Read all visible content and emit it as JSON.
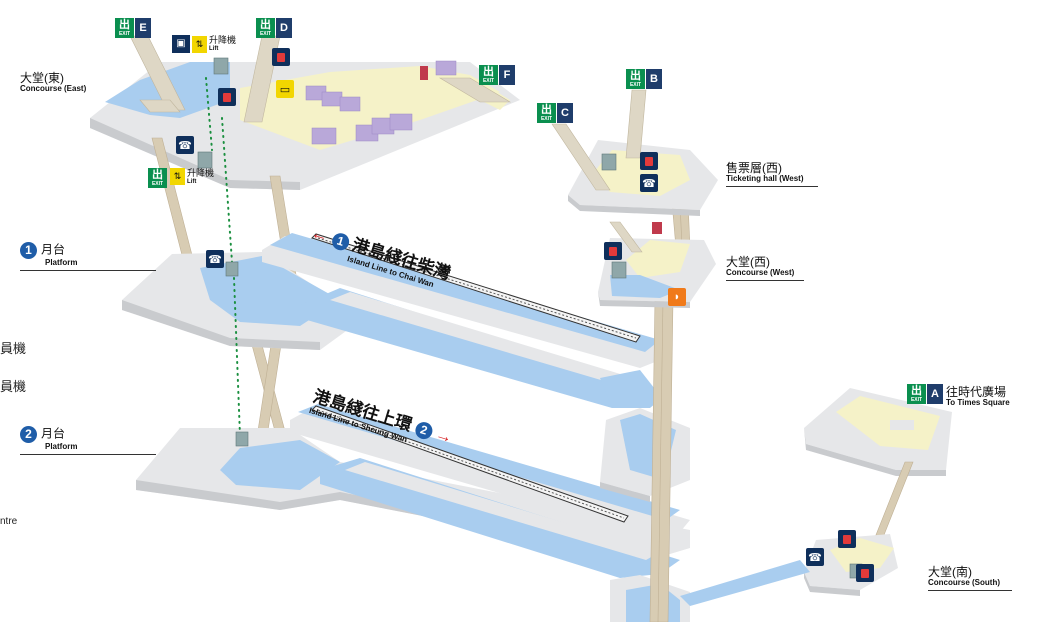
{
  "levels": {
    "concourse_east": {
      "cn": "大堂(東)",
      "en": "Concourse (East)"
    },
    "platform_1": {
      "num": "1",
      "cn": "月台",
      "en": "Platform"
    },
    "platform_2": {
      "num": "2",
      "cn": "月台",
      "en": "Platform"
    },
    "ticketing_west": {
      "cn": "售票層(西)",
      "en": "Ticketing hall (West)"
    },
    "concourse_west": {
      "cn": "大堂(西)",
      "en": "Concourse (West)"
    },
    "concourse_south": {
      "cn": "大堂(南)",
      "en": "Concourse (South)"
    }
  },
  "exits": {
    "glyph": "出",
    "glyph_sub": "EXIT",
    "letters": {
      "E": "E",
      "D": "D",
      "F": "F",
      "B": "B",
      "C": "C",
      "A": "A"
    },
    "exit_a": {
      "cn": "往時代廣場",
      "en": "To Times Square"
    }
  },
  "lift": {
    "cn": "升降機",
    "en": "Lift"
  },
  "lines": {
    "to_chai_wan": {
      "num": "1",
      "cn": "港島綫往柴灣",
      "en": "Island Line to Chai Wan",
      "arrow": "←"
    },
    "to_sheung_wan": {
      "num": "2",
      "cn": "港島綫往上環",
      "en": "Island Line to Sheung Wan",
      "arrow": "→"
    }
  },
  "left_fragments": {
    "f1": "員機",
    "f2": "員機",
    "f3": "ntre"
  },
  "colors": {
    "floor": "#e6e7e9",
    "floor_side": "#c9cbce",
    "track": "#a9cdef",
    "paid": "#f5f2c8",
    "column": "#cfc4ad",
    "kiosk": "#b9a8d9"
  }
}
